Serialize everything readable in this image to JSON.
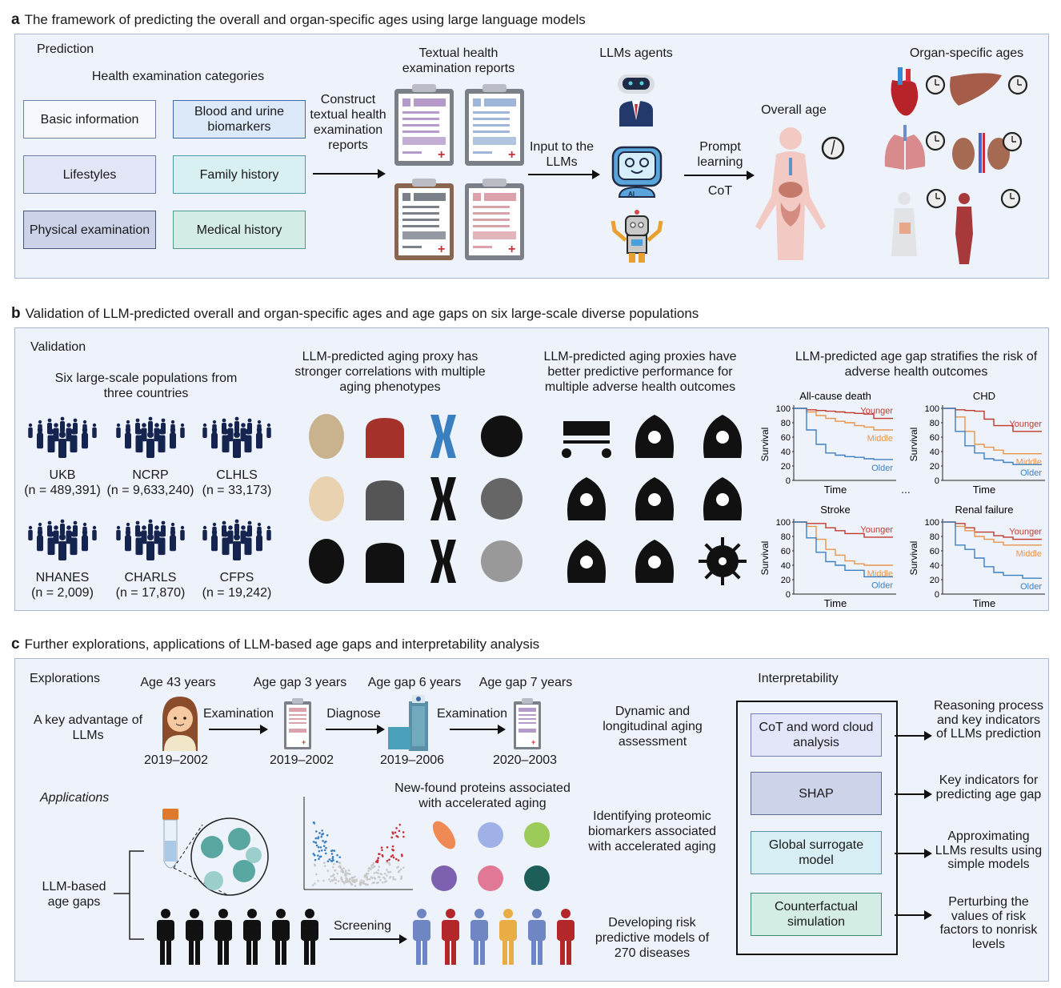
{
  "section_a": {
    "letter": "a",
    "title": "The framework of predicting the overall and organ-specific ages using large language models",
    "stage_label": "Prediction",
    "categories_heading": "Health examination categories",
    "categories": [
      {
        "label": "Basic information",
        "color": "#f5f8fd"
      },
      {
        "label": "Blood and urine biomarkers",
        "color": "#dbe9f8"
      },
      {
        "label": "Lifestyles",
        "color": "#e3e6f7"
      },
      {
        "label": "Family history",
        "color": "#d9f0f2"
      },
      {
        "label": "Physical examination",
        "color": "#ccd3e8"
      },
      {
        "label": "Medical history",
        "color": "#d3ede6"
      }
    ],
    "construct_label": "Construct textual health examination reports",
    "reports_heading": "Textual health examination reports",
    "report_colors": [
      "#b59bc9",
      "#9fb6d8",
      "#7b8089",
      "#dba2ab"
    ],
    "input_label": "Input to the LLMs",
    "agents_heading": "LLMs agents",
    "prompt_label": "Prompt learning",
    "cot_label": "CoT",
    "overall_age_label": "Overall age",
    "organ_heading": "Organ-specific ages",
    "organ_icons": [
      "heart-icon",
      "liver-icon",
      "lungs-icon",
      "kidney-icon",
      "digestive-system-icon",
      "muscle-system-icon"
    ]
  },
  "section_b": {
    "letter": "b",
    "title": "Validation of LLM-predicted overall and organ-specific ages and age gaps on six large-scale diverse populations",
    "stage_label": "Validation",
    "populations_heading": "Six large-scale populations from three countries",
    "populations": [
      {
        "name": "UKB",
        "n": "(n = 489,391)"
      },
      {
        "name": "NCRP",
        "n": "(n = 9,633,240)"
      },
      {
        "name": "CLHLS",
        "n": "(n = 33,173)"
      },
      {
        "name": "NHANES",
        "n": "(n = 2,009)"
      },
      {
        "name": "CHARLS",
        "n": "(n = 17,870)"
      },
      {
        "name": "CFPS",
        "n": "(n = 19,242)"
      }
    ],
    "phenotypes_heading": "LLM-predicted aging proxy has stronger correlations with multiple aging phenotypes",
    "phenotype_icons": [
      "bone-icon",
      "artery-plaque-icon",
      "chromosome-icon",
      "hearing-icon",
      "teeth-icon",
      "walker-icon",
      "fall-icon",
      "back-pain-icon",
      "wheelchair-icon",
      "frailty-icon",
      "elderly-cane-icon",
      "brain-icon"
    ],
    "outcomes_heading": "LLM-predicted aging proxies have better predictive performance for multiple adverse health outcomes",
    "outcome_icons": [
      "hospital-bed-icon",
      "chest-pain-icon",
      "head-brain-icon",
      "lung-disease-icon",
      "liver-disease-icon",
      "kidney-disease-icon",
      "medication-icon",
      "joint-pain-icon",
      "virus-icon"
    ],
    "survival_heading": "LLM-predicted age gap stratifies the risk of adverse health outcomes",
    "ellipsis": "..."
  },
  "chart_data": [
    {
      "type": "line",
      "title": "All-cause death",
      "xlabel": "Time",
      "ylabel": "Survival",
      "ylim": [
        0,
        100
      ],
      "yticks": [
        "0",
        "20",
        "40",
        "60",
        "80",
        "100"
      ],
      "x": [
        0,
        1,
        2,
        3,
        4,
        5,
        6,
        7,
        8,
        9,
        10
      ],
      "series": [
        {
          "name": "Younger",
          "color": "#c0392b",
          "values": [
            100,
            98,
            97,
            96,
            95,
            94,
            93,
            92,
            86,
            86,
            86
          ]
        },
        {
          "name": "Middle",
          "color": "#e8944a",
          "values": [
            100,
            95,
            90,
            86,
            82,
            80,
            76,
            74,
            70,
            70,
            70
          ]
        },
        {
          "name": "Older",
          "color": "#3c7fc1",
          "values": [
            100,
            70,
            50,
            38,
            35,
            33,
            32,
            30,
            29,
            29,
            29
          ]
        }
      ]
    },
    {
      "type": "line",
      "title": "CHD",
      "xlabel": "Time",
      "ylabel": "Survival",
      "ylim": [
        0,
        100
      ],
      "yticks": [
        "0",
        "20",
        "40",
        "60",
        "80",
        "100"
      ],
      "x": [
        0,
        1,
        2,
        3,
        4,
        5,
        6,
        7,
        8,
        9,
        10
      ],
      "series": [
        {
          "name": "Younger",
          "color": "#c0392b",
          "values": [
            100,
            98,
            97,
            96,
            85,
            76,
            76,
            68,
            68,
            68,
            68
          ]
        },
        {
          "name": "Middle",
          "color": "#e8944a",
          "values": [
            100,
            88,
            68,
            50,
            46,
            42,
            37,
            37,
            37,
            37,
            37
          ]
        },
        {
          "name": "Older",
          "color": "#3c7fc1",
          "values": [
            100,
            68,
            48,
            38,
            30,
            28,
            25,
            22,
            22,
            22,
            22
          ]
        }
      ]
    },
    {
      "type": "line",
      "title": "Stroke",
      "xlabel": "Time",
      "ylabel": "Survival",
      "ylim": [
        0,
        100
      ],
      "yticks": [
        "0",
        "20",
        "40",
        "60",
        "80",
        "100"
      ],
      "x": [
        0,
        1,
        2,
        3,
        4,
        5,
        6,
        7,
        8,
        9,
        10
      ],
      "series": [
        {
          "name": "Younger",
          "color": "#c0392b",
          "values": [
            100,
            98,
            98,
            92,
            88,
            84,
            84,
            79,
            79,
            79,
            79
          ]
        },
        {
          "name": "Middle",
          "color": "#e8944a",
          "values": [
            100,
            94,
            76,
            62,
            54,
            46,
            42,
            40,
            40,
            40,
            40
          ]
        },
        {
          "name": "Older",
          "color": "#3c7fc1",
          "values": [
            100,
            78,
            58,
            45,
            40,
            33,
            33,
            24,
            24,
            24,
            24
          ]
        }
      ]
    },
    {
      "type": "line",
      "title": "Renal failure",
      "xlabel": "Time",
      "ylabel": "Survival",
      "ylim": [
        0,
        100
      ],
      "yticks": [
        "0",
        "20",
        "40",
        "60",
        "80",
        "100"
      ],
      "x": [
        0,
        1,
        2,
        3,
        4,
        5,
        6,
        7,
        8,
        9,
        10
      ],
      "series": [
        {
          "name": "Younger",
          "color": "#c0392b",
          "values": [
            100,
            98,
            92,
            86,
            86,
            81,
            79,
            76,
            76,
            76,
            76
          ]
        },
        {
          "name": "Middle",
          "color": "#e8944a",
          "values": [
            100,
            94,
            88,
            80,
            76,
            72,
            68,
            68,
            68,
            68,
            68
          ]
        },
        {
          "name": "Older",
          "color": "#3c7fc1",
          "values": [
            100,
            68,
            62,
            50,
            38,
            30,
            26,
            26,
            22,
            22,
            22
          ]
        }
      ]
    }
  ],
  "section_c": {
    "letter": "c",
    "title": "Further explorations, applications of LLM-based age gaps and interpretability analysis",
    "explorations_label": "Explorations",
    "advantage_label": "A key advantage of LLMs",
    "timeline": [
      {
        "top": "Age 43 years",
        "bottom": "2019–2002",
        "icon": "person-icon"
      },
      {
        "top": "Age gap 3 years",
        "bottom": "2019–2002",
        "icon": "report-icon"
      },
      {
        "top": "Age gap 6 years",
        "bottom": "2019–2006",
        "icon": "hospital-icon"
      },
      {
        "top": "Age gap 7 years",
        "bottom": "2020–2003",
        "icon": "report-icon"
      }
    ],
    "timeline_arrows": [
      "Examination",
      "Diagnose",
      "Examination"
    ],
    "dynamic_label": "Dynamic and longitudinal aging assessment",
    "applications_label": "Applications",
    "age_gaps_label": "LLM-based age gaps",
    "proteins_heading": "New-found proteins associated with accelerated aging",
    "protein_colors": [
      "#ef8a54",
      "#9fb1e6",
      "#9ccb5a",
      "#7d61b0",
      "#e07896",
      "#1d5f58"
    ],
    "proteomic_label": "Identifying proteomic biomarkers associated with accelerated aging",
    "screening_label": "Screening",
    "screened_colors": [
      "#6f86c4",
      "#b3262a",
      "#6f86c4",
      "#e8ae45",
      "#6f86c4",
      "#b3262a"
    ],
    "risk_label": "Developing risk predictive models of 270 diseases",
    "interpretability_label": "Interpretability",
    "methods": [
      {
        "label": "CoT and word cloud analysis",
        "color": "#e2e6f8",
        "result": "Reasoning process and key indicators of LLMs prediction"
      },
      {
        "label": "SHAP",
        "color": "#cdd3e8",
        "result": "Key indicators for predicting age gap"
      },
      {
        "label": "Global surrogate model",
        "color": "#d6eef4",
        "result": "Approximating LLMs results using simple models"
      },
      {
        "label": "Counterfactual simulation",
        "color": "#d3ede5",
        "result": "Perturbing the values of risk factors to nonrisk levels"
      }
    ]
  }
}
